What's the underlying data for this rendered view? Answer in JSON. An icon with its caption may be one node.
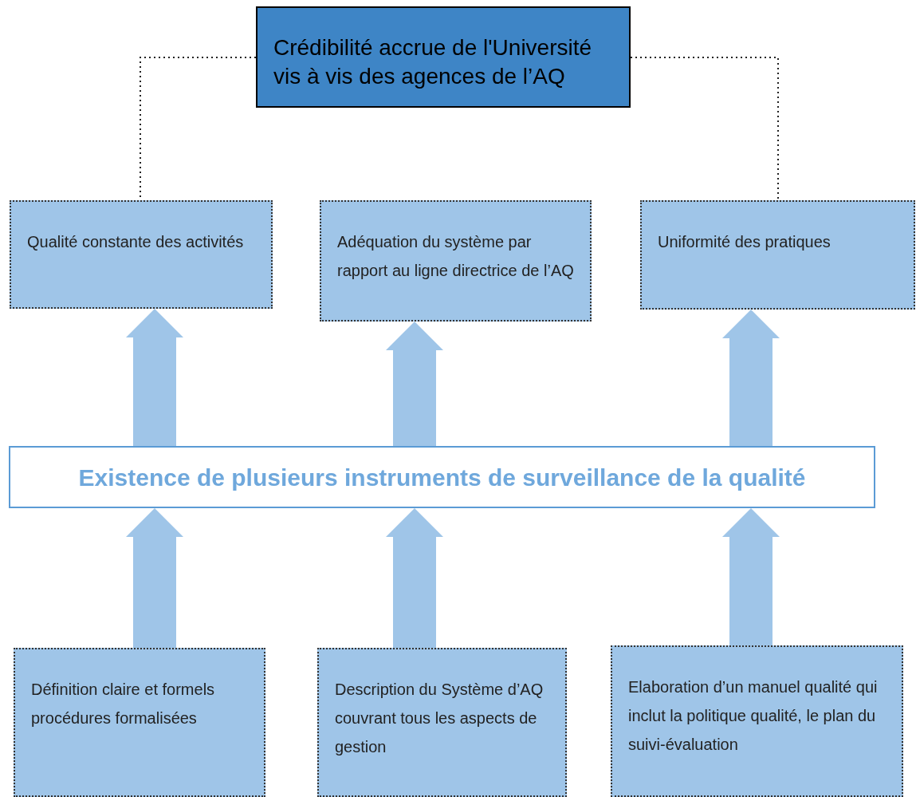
{
  "diagram": {
    "nodes": [
      {
        "text": [
          "Crédibilité accrue de l'Université vis à vis des agences de l’AQ"
        ]
      },
      {
        "text": [
          "Qualité constante des activités"
        ]
      },
      {
        "text": [
          "Adéquation du système par rapport au ligne directrice de l’AQ"
        ]
      },
      {
        "text": [
          "Uniformité des pratiques"
        ]
      },
      {
        "text": [
          "Existence de plusieurs instruments de surveillance de la qualité"
        ]
      },
      {
        "text": [
          "Définition claire et formels procédures formalisées"
        ]
      },
      {
        "text": [
          "Description du Système d’AQ couvrant tous les aspects de gestion"
        ]
      },
      {
        "text": [
          "Elaboration d’un manuel qualité qui inclut la politique qualité, le plan du suivi-évaluation"
        ]
      }
    ],
    "edges": [
      {
        "from": 0,
        "to": 1,
        "arrow": "none",
        "style": "dashed"
      },
      {
        "from": 0,
        "to": 3,
        "arrow": "none",
        "style": "dashed"
      },
      {
        "from": 4,
        "to": 1,
        "arrow": "to",
        "style": "thick"
      },
      {
        "from": 4,
        "to": 2,
        "arrow": "to",
        "style": "thick"
      },
      {
        "from": 4,
        "to": 3,
        "arrow": "to",
        "style": "thick"
      },
      {
        "from": 5,
        "to": 4,
        "arrow": "to",
        "style": "thick"
      },
      {
        "from": 6,
        "to": 4,
        "arrow": "to",
        "style": "thick"
      },
      {
        "from": 7,
        "to": 4,
        "arrow": "to",
        "style": "thick"
      }
    ]
  }
}
